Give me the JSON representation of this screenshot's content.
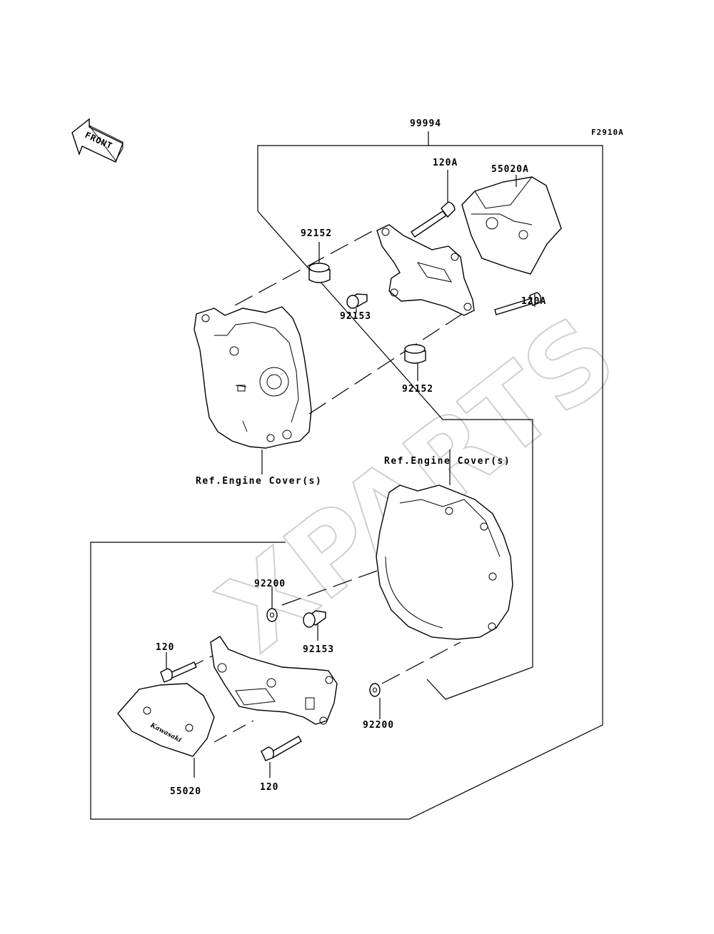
{
  "figure_code": "F2910A",
  "direction_label": "FRONT",
  "watermark": "XPARTS",
  "assembly_number": "99994",
  "ref_labels": {
    "upper": "Ref.Engine Cover(s)",
    "lower": "Ref.Engine Cover(s)"
  },
  "parts": {
    "bolt_120A_top": "120A",
    "slider_55020A": "55020A",
    "spacer_92152_top": "92152",
    "bolt_92153_top": "92153",
    "bolt_120A_right": "120A",
    "spacer_92152_bottom": "92152",
    "washer_92200_top": "92200",
    "bolt_92153_bottom": "92153",
    "bolt_120_left": "120",
    "washer_92200_right": "92200",
    "slider_55020": "55020",
    "bolt_120_bottom": "120"
  }
}
